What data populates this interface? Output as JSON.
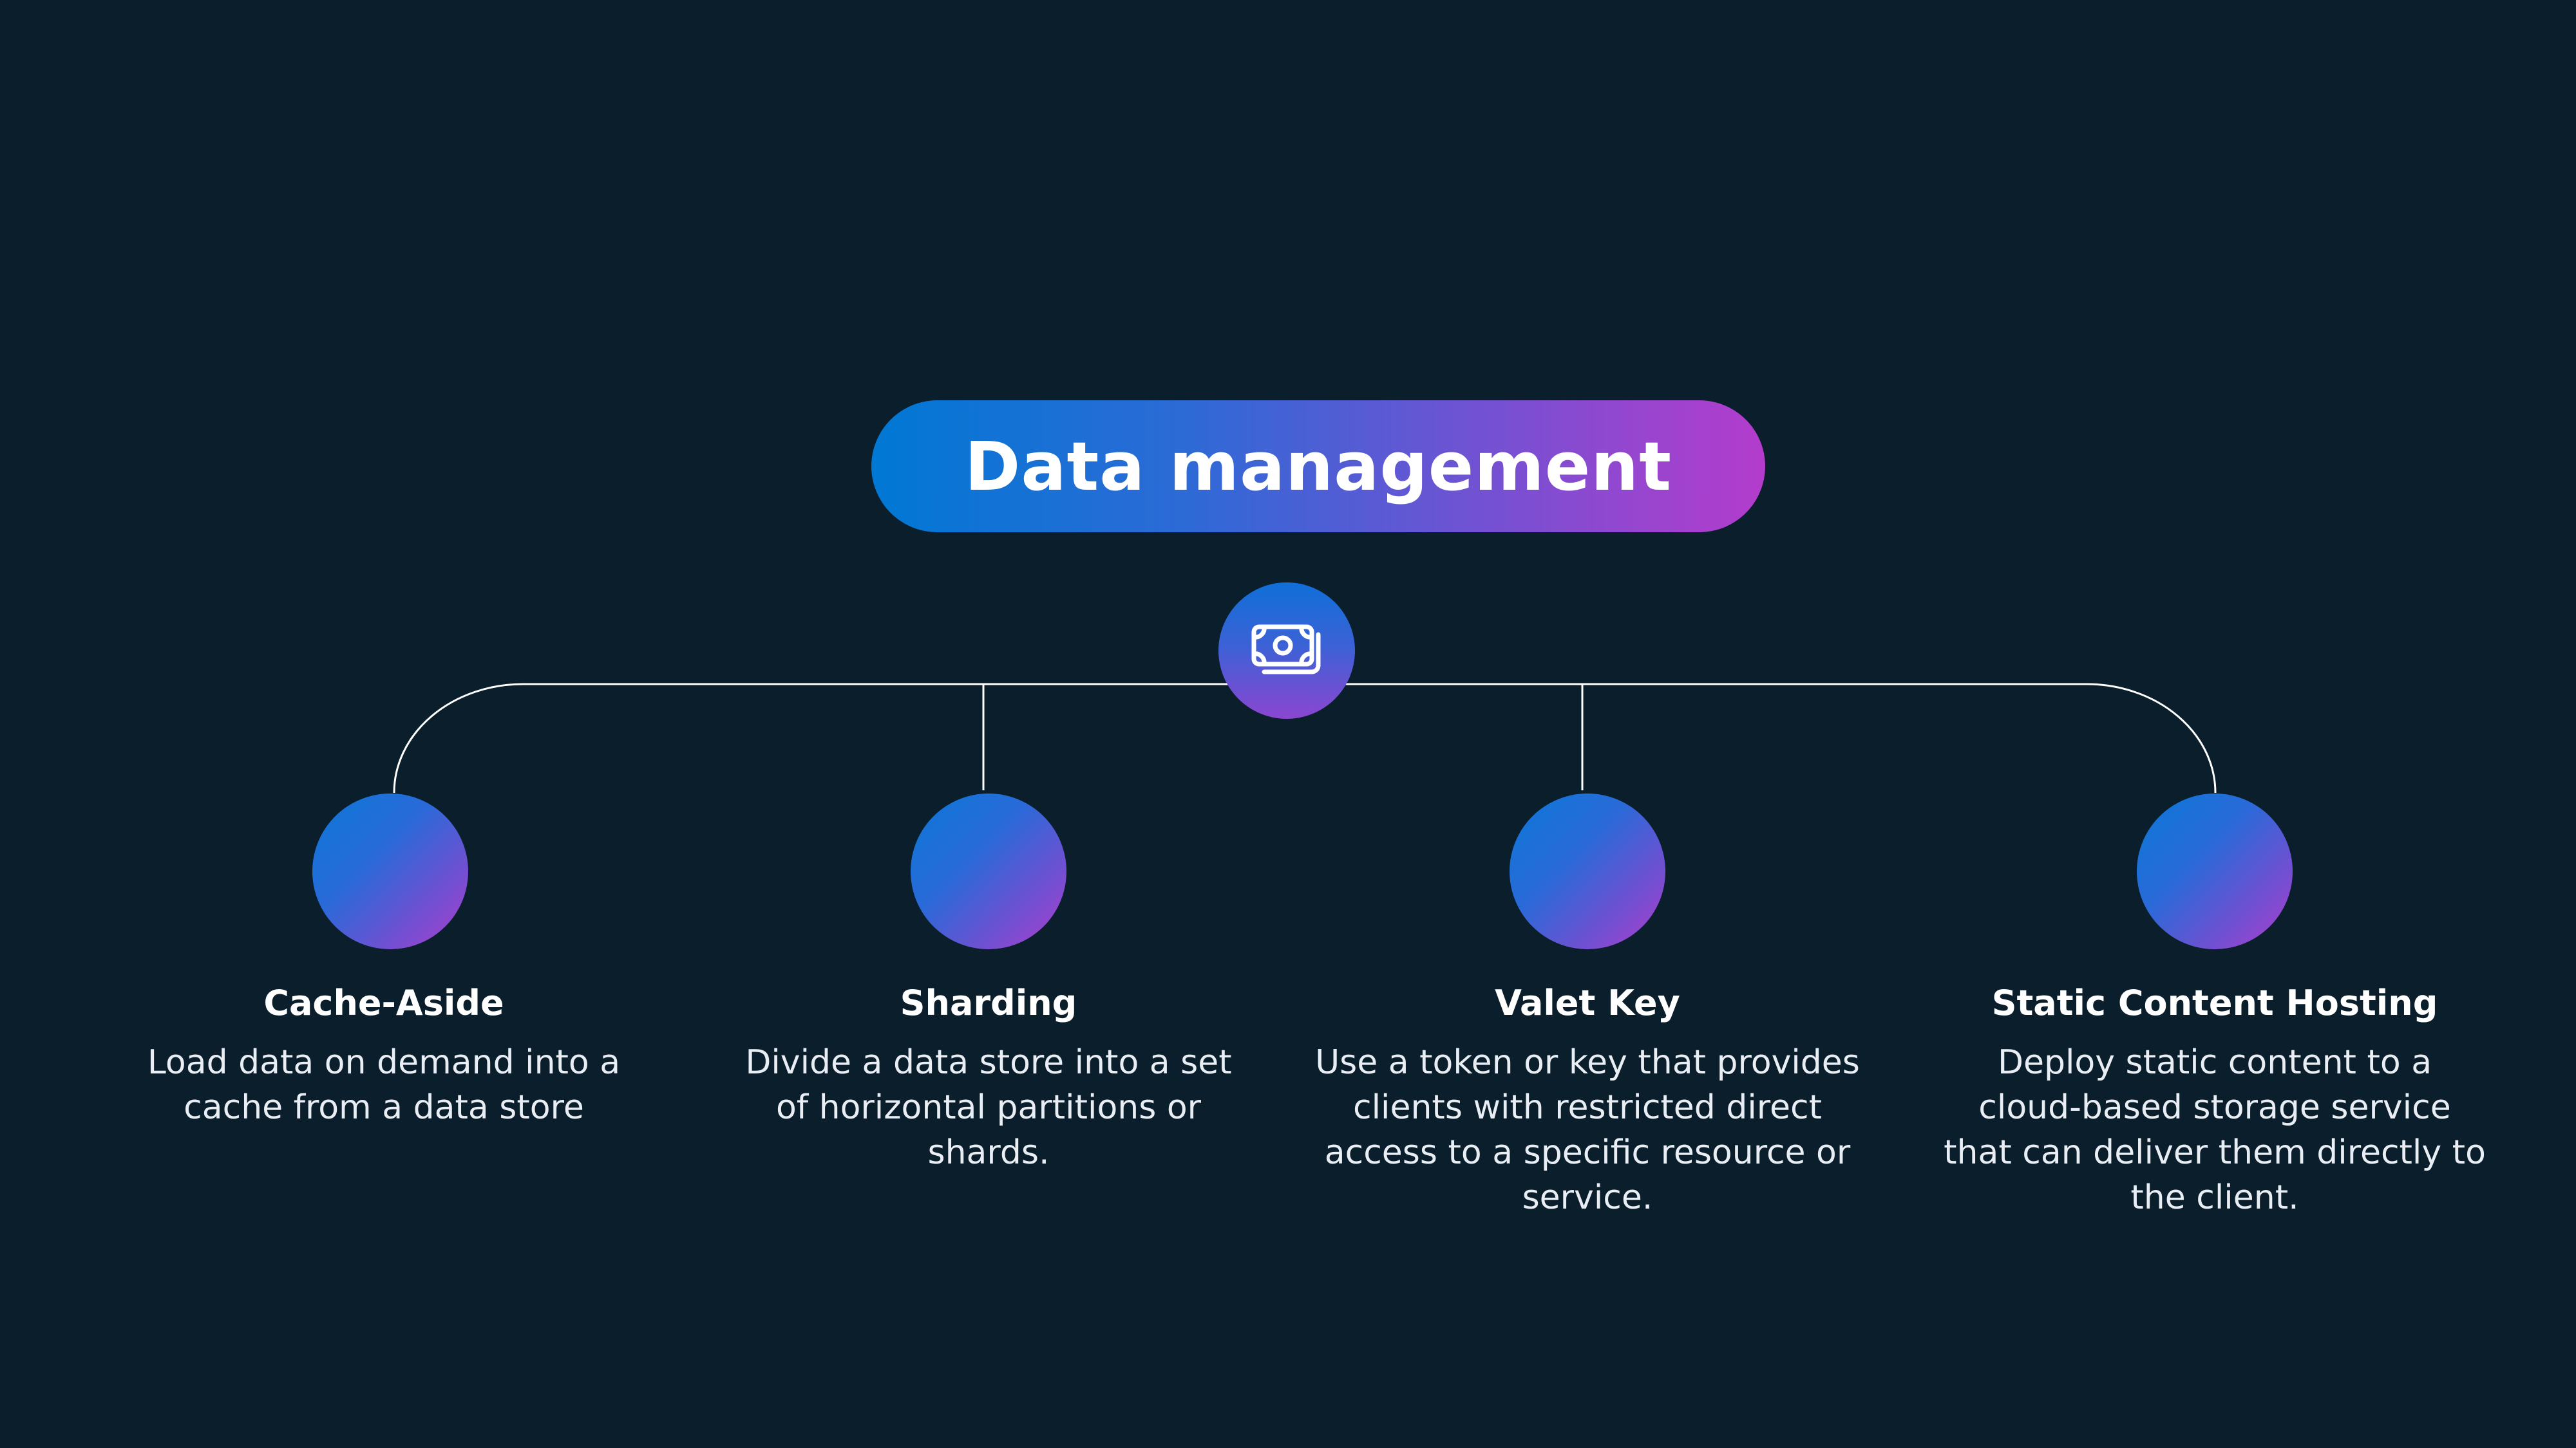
{
  "title": "Data management",
  "hub": {
    "icon": "money-bills-icon"
  },
  "items": [
    {
      "title": "Cache-Aside",
      "description": "Load data on demand into a\ncache from a data store"
    },
    {
      "title": "Sharding",
      "description": "Divide a data store into a set\nof horizontal partitions or\nshards."
    },
    {
      "title": "Valet Key",
      "description": "Use a token or key that provides\nclients with restricted direct\naccess to a specific resource or\nservice."
    },
    {
      "title": "Static Content Hosting",
      "description": "Deploy static content to a\ncloud-based storage service\nthat can deliver them directly to\nthe client."
    }
  ],
  "colors": {
    "background": "#0a1e2c",
    "gradient_start": "#0078d4",
    "gradient_end": "#b43ccc",
    "connector": "#ffffff"
  }
}
